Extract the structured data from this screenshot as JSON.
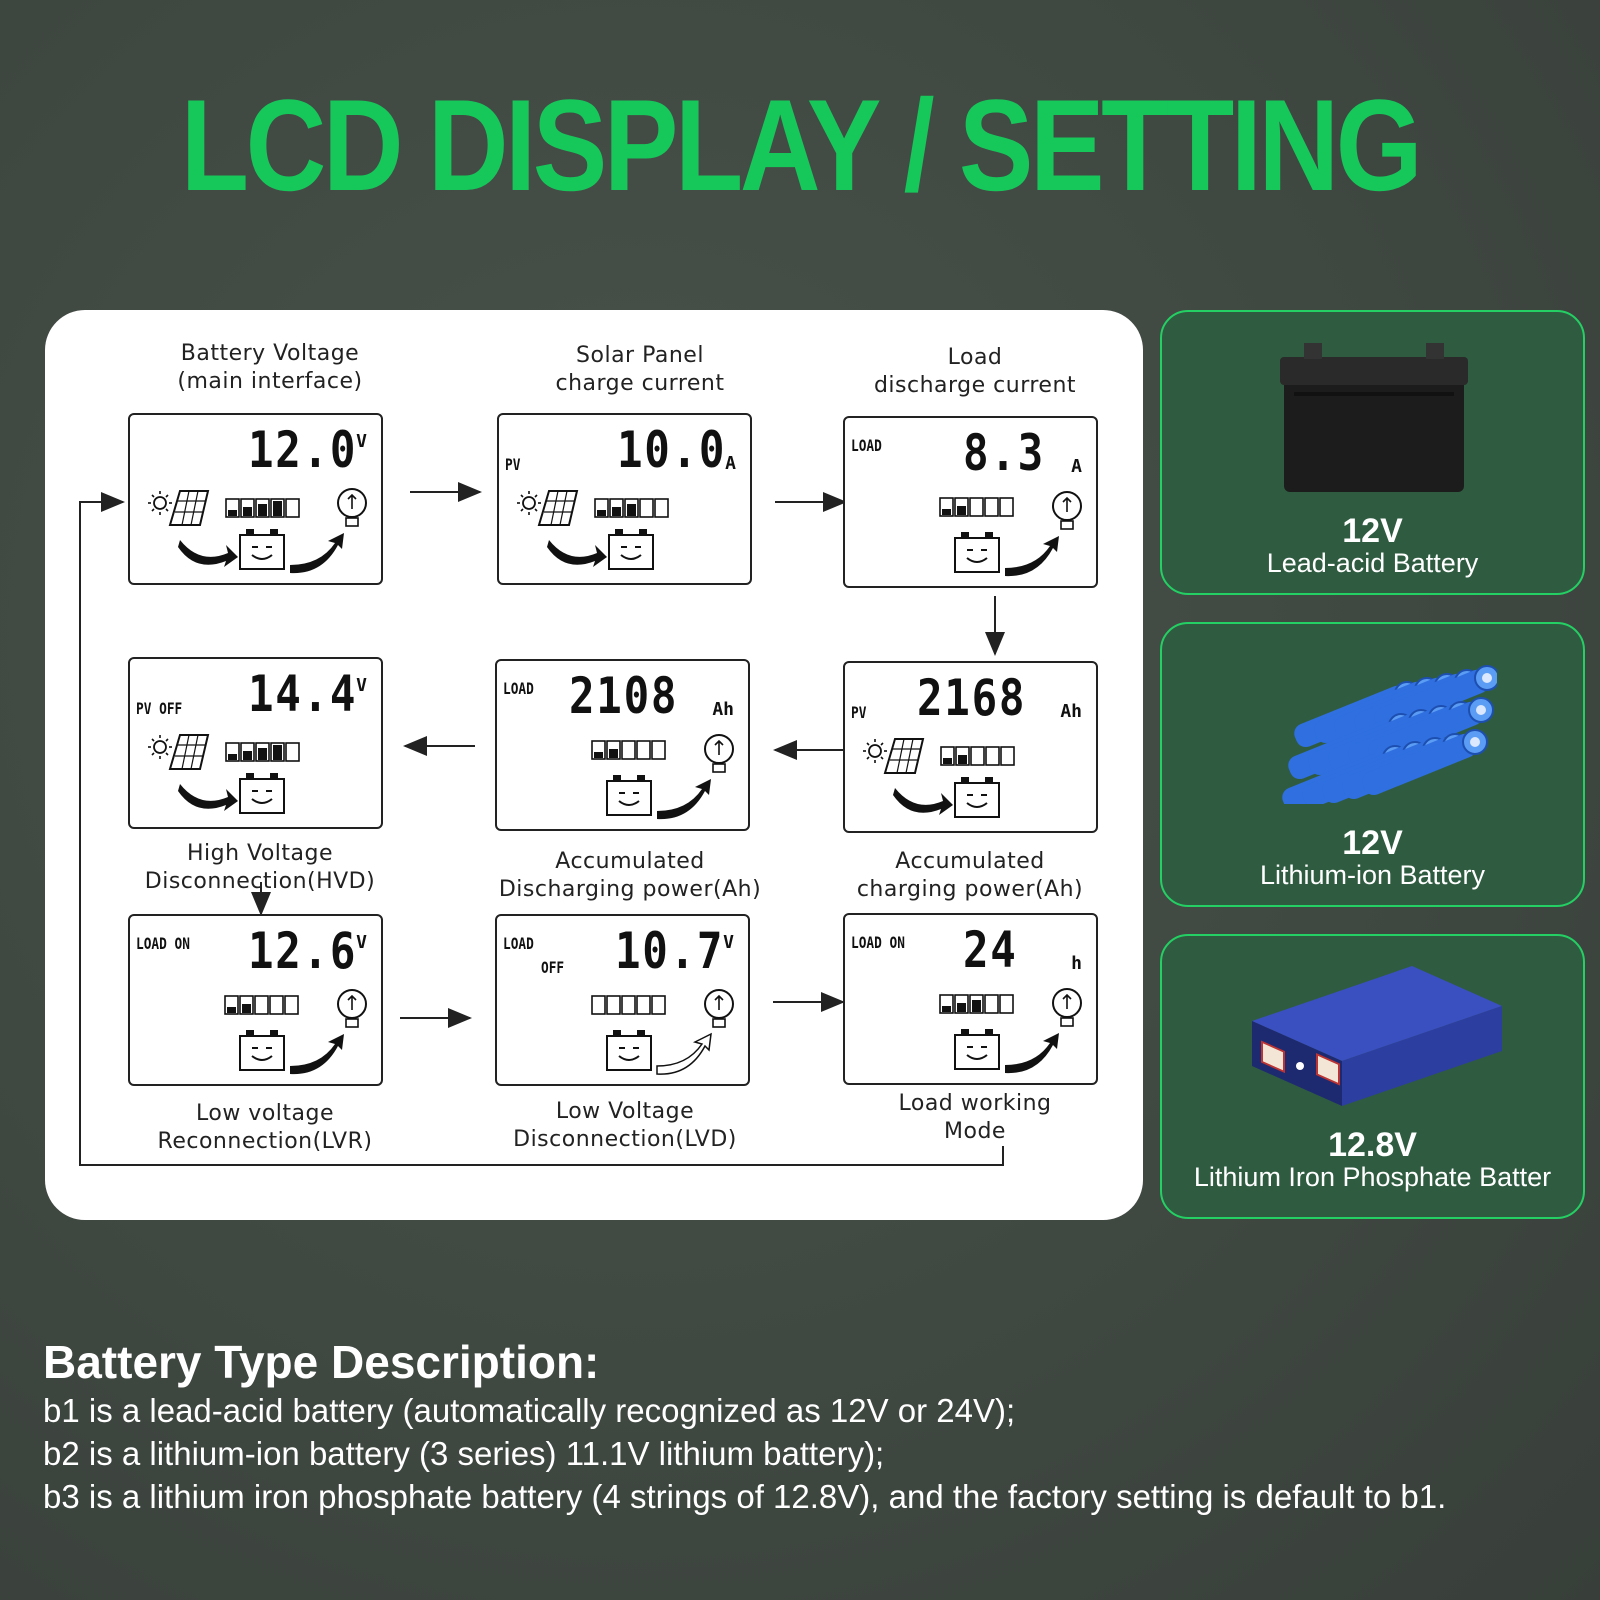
{
  "title": "LCD DISPLAY / SETTING",
  "screens": [
    {
      "id": "battery-voltage",
      "label": "Battery Voltage\n(main interface)",
      "tag": "",
      "value": "12.0",
      "unit": "V"
    },
    {
      "id": "solar-charge",
      "label": "Solar Panel\ncharge current",
      "tag": "PV",
      "value": "10.0",
      "unit": "A"
    },
    {
      "id": "load-discharge",
      "label": "Load\ndischarge current",
      "tag": "LOAD",
      "value": "8.3",
      "unit": "A"
    },
    {
      "id": "hvd",
      "label": "High Voltage\nDisconnection(HVD)",
      "tag": "PV OFF",
      "value": "14.4",
      "unit": "V"
    },
    {
      "id": "acc-discharge",
      "label": "Accumulated\nDischarging power(Ah)",
      "tag": "LOAD",
      "value": "2108",
      "unit": "Ah"
    },
    {
      "id": "acc-charge",
      "label": "Accumulated\ncharging power(Ah)",
      "tag": "PV",
      "value": "2168",
      "unit": "Ah"
    },
    {
      "id": "lvr",
      "label": "Low voltage\nReconnection(LVR)",
      "tag": "LOAD ON",
      "value": "12.6",
      "unit": "V"
    },
    {
      "id": "lvd",
      "label": "Low Voltage\nDisconnection(LVD)",
      "tag": "LOAD",
      "tag2": "OFF",
      "value": "10.7",
      "unit": "V"
    },
    {
      "id": "load-mode",
      "label": "Load working\nMode",
      "tag": "LOAD ON",
      "value": "24",
      "unit": "h"
    }
  ],
  "batteries": [
    {
      "voltage": "12V",
      "name": "Lead-acid Battery"
    },
    {
      "voltage": "12V",
      "name": "Lithium-ion Battery"
    },
    {
      "voltage": "12.8V",
      "name": "Lithium Iron Phosphate Batter"
    }
  ],
  "description": {
    "title": "Battery Type Description:",
    "lines": [
      "b1 is a lead-acid battery (automatically recognized as 12V or 24V);",
      "b2 is a lithium-ion battery (3 series) 11.1V lithium battery);",
      "b3 is a lithium iron phosphate battery (4 strings of 12.8V), and the factory setting is default to b1."
    ]
  }
}
